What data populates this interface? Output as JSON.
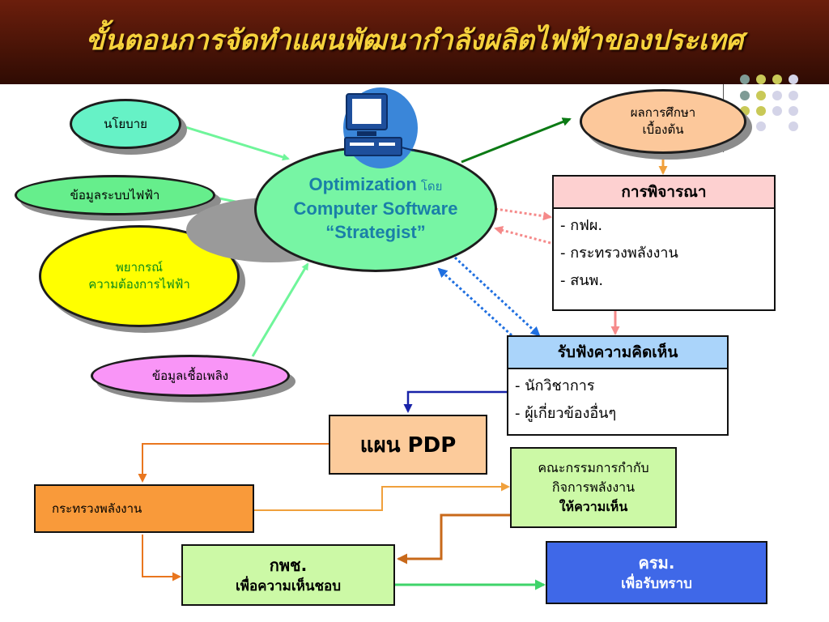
{
  "slide": {
    "title": "ขั้นตอนการจัดทำแผนพัฒนากำลังผลิตไฟฟ้าของประเทศ"
  },
  "inputs": {
    "policy": "นโยบาย",
    "power_system_data": "ข้อมูลระบบไฟฟ้า",
    "forecast_line1": "พยากรณ์",
    "forecast_line2": "ความต้องการไฟฟ้า",
    "fuel_data": "ข้อมูลเชื้อเพลิง"
  },
  "center": {
    "line1_en": "Optimization",
    "line1_th": "โดย",
    "line2": "Computer Software",
    "line3": "“Strategist”"
  },
  "preliminary_result": {
    "line1": "ผลการศึกษา",
    "line2": "เบื้องต้น"
  },
  "consideration": {
    "header": "การพิจารณา",
    "items": [
      "- กฟผ.",
      "- กระทรวงพลังงาน",
      "- สนพ."
    ]
  },
  "hearing": {
    "header": "รับฟังความคิดเห็น",
    "items": [
      "- นักวิชาการ",
      "- ผู้เกี่ยวข้องอื่นๆ"
    ]
  },
  "pdp_plan": {
    "label": "แผน PDP"
  },
  "ministry": {
    "label": "กระทรวงพลังงาน"
  },
  "erc": {
    "line1": "คณะกรรมการกำกับ",
    "line2": "กิจการพลังงาน",
    "line3": "ให้ความเห็น"
  },
  "nepc": {
    "line1": "กพช.",
    "line2": "เพื่อความเห็นชอบ"
  },
  "cabinet": {
    "line1": "ครม.",
    "line2": "เพื่อรับทราบ"
  },
  "colors": {
    "title_bg": "#4a1407",
    "title_text": "#f6d23c",
    "policy_fill": "#66f2c6",
    "power_data_fill": "#66ee8c",
    "forecast_fill": "#ffff00",
    "fuel_fill": "#f995f7",
    "center_fill": "#77f5a4",
    "center_text": "#1a7fa8",
    "preliminary_fill": "#fcc89b",
    "consideration_header": "#fdd0d0",
    "hearing_header": "#aad4fa",
    "pdp_fill": "#fccb9b",
    "ministry_fill": "#f99a3a",
    "erc_fill": "#ccf9a6",
    "nepc_fill": "#ccf9a6",
    "cabinet_fill": "#3f68e8"
  }
}
